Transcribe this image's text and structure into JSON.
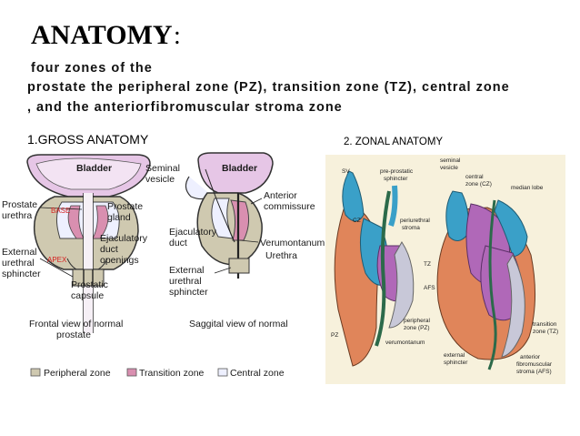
{
  "heading": {
    "title": "ANATOMY",
    "colon": ":"
  },
  "intro": {
    "line1": "four zones of the",
    "line2": "prostate the peripheral zone (PZ), transition zone (TZ), central zone",
    "line3": ", and the anteriorfibromuscular stroma zone"
  },
  "sections": {
    "gross": "1.GROSS ANATOMY",
    "zonal": "2. ZONAL ANATOMY"
  },
  "gross_figure": {
    "frontal": {
      "bladder": "Bladder",
      "prostate_urethra_1": "Prostate",
      "prostate_urethra_2": "urethra",
      "prostate_gland_1": "Prostate",
      "prostate_gland_2": "gland",
      "base": "BASE",
      "apex": "APEX",
      "ejac_1": "Ejaculatory",
      "ejac_2": "duct",
      "ejac_3": "openings",
      "ext_1": "External",
      "ext_2": "urethral",
      "ext_3": "sphincter",
      "capsule_1": "Prostatic",
      "capsule_2": "capsule",
      "caption_1": "Frontal view of normal",
      "caption_2": "prostate"
    },
    "sagittal": {
      "seminal_1": "Seminal",
      "seminal_2": "vesicle",
      "bladder": "Bladder",
      "anterior_1": "Anterior",
      "anterior_2": "commissure",
      "ejac_1": "Ejaculatory",
      "ejac_2": "duct",
      "verumontanum": "Verumontanum",
      "urethra": "Urethra",
      "ext_1": "External",
      "ext_2": "urethral",
      "ext_3": "sphincter",
      "caption": "Saggital view of normal"
    },
    "legend": {
      "peripheral": "Peripheral zone",
      "transition": "Transition zone",
      "central": "Central zone"
    },
    "colors": {
      "peripheral": "#cfc9b0",
      "transition": "#d98fb0",
      "central": "#eef0ff",
      "bladder": "#e6c6e6"
    }
  },
  "zonal_figure": {
    "sv": "SV",
    "pre_1": "pre-prostatic",
    "pre_2": "sphincter",
    "sem_1": "seminal",
    "sem_2": "vesicle",
    "cen_1": "central",
    "cen_2": "zone (CZ)",
    "median": "median lobe",
    "cz": "CZ",
    "peri_1": "periurethral",
    "peri_2": "stroma",
    "tz": "TZ",
    "afs": "AFS",
    "pz": "PZ",
    "pz2_1": "peripheral",
    "pz2_2": "zone (PZ)",
    "verum": "verumontanum",
    "ext_1": "external",
    "ext_2": "sphincter",
    "tz2_1": "transition",
    "tz2_2": "zone (TZ)",
    "ant_1": "anterior",
    "ant_2": "fibromuscular",
    "ant_3": "stroma (AFS)",
    "colors": {
      "pz": "#e0855a",
      "cz": "#3aa0c8",
      "tz": "#b068b8",
      "afs": "#c8c8d8",
      "bg": "#f7f1dc"
    }
  }
}
